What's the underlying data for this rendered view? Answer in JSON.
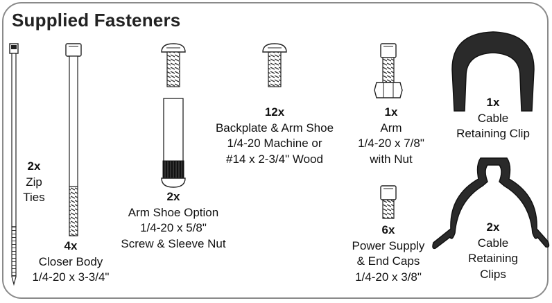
{
  "title": "Supplied Fasteners",
  "items": {
    "zip_ties": {
      "qty": "2x",
      "lines": [
        "Zip",
        "Ties"
      ]
    },
    "closer": {
      "qty": "4x",
      "lines": [
        "Closer Body",
        "1/4-20 x 3-3/4\""
      ]
    },
    "armshoe": {
      "qty": "2x",
      "lines": [
        "Arm Shoe Option",
        "1/4-20 x 5/8\"",
        "Screw & Sleeve Nut"
      ]
    },
    "backplate": {
      "qty": "12x",
      "lines": [
        "Backplate & Arm Shoe",
        "1/4-20 Machine or",
        "#14 x 2-3/4\" Wood"
      ]
    },
    "arm": {
      "qty": "1x",
      "lines": [
        "Arm",
        "1/4-20 x 7/8\"",
        "with Nut"
      ]
    },
    "power": {
      "qty": "6x",
      "lines": [
        "Power Supply",
        "& End Caps",
        "1/4-20 x 3/8\""
      ]
    },
    "clip1": {
      "qty": "1x",
      "lines": [
        "Cable",
        "Retaining Clip"
      ]
    },
    "clip2": {
      "qty": "2x",
      "lines": [
        "Cable",
        "Retaining",
        "Clips"
      ]
    }
  },
  "icons": [
    "zip-tie-icon",
    "closer-bolt-icon",
    "arm-shoe-screw-icon",
    "sleeve-nut-icon",
    "backplate-screw-icon",
    "arm-bolt-nut-icon",
    "power-supply-screw-icon",
    "cable-clip-single-icon",
    "cable-clip-double-icon"
  ],
  "colors": {
    "border": "#8a8a8a",
    "ink": "#111111",
    "clip": "#2a2a2a"
  }
}
